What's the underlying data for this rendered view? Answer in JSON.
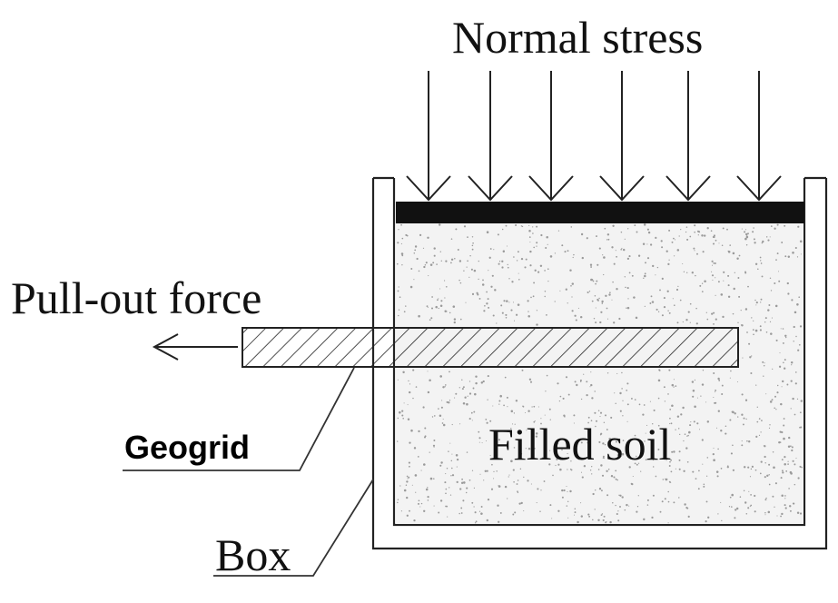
{
  "labels": {
    "normal_stress": "Normal stress",
    "pull_out_force": "Pull-out force",
    "geogrid": "Geogrid",
    "filled_soil": "Filled soil",
    "box": "Box"
  },
  "normal_stress_arrow_count": 6,
  "colors": {
    "line": "#222222",
    "plate": "#111111",
    "soil_dots": "#9a9a9a"
  }
}
